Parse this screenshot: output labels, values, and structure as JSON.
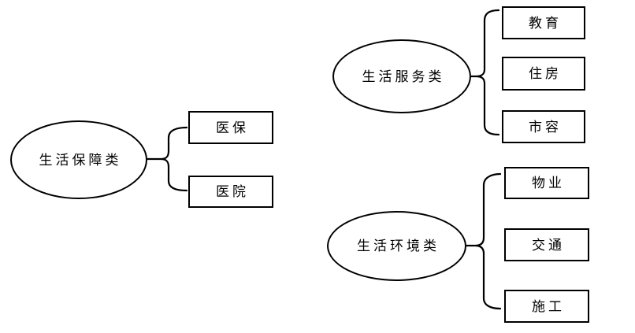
{
  "colors": {
    "stroke": "#000000",
    "text": "#000000",
    "background": "#ffffff"
  },
  "diagram": {
    "type": "category-tree",
    "groups": [
      {
        "category": "生活保障类",
        "items": [
          "医保",
          "医院"
        ]
      },
      {
        "category": "生活服务类",
        "items": [
          "教育",
          "住房",
          "市容"
        ]
      },
      {
        "category": "生活环境类",
        "items": [
          "物业",
          "交通",
          "施工"
        ]
      }
    ]
  }
}
